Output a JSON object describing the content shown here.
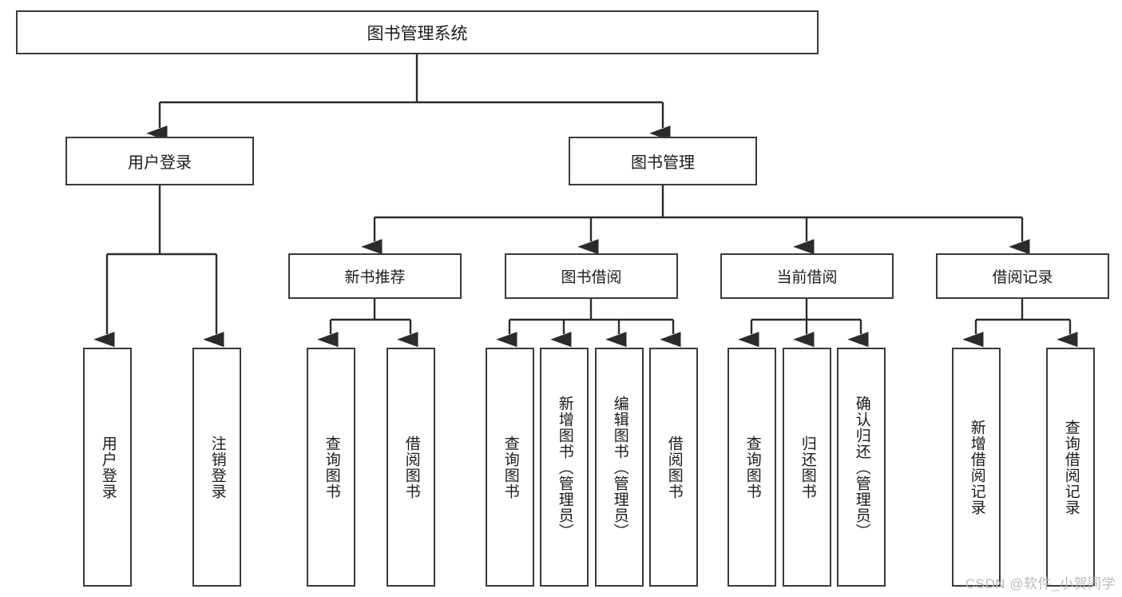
{
  "diagram": {
    "title_text": "图书管理系统",
    "type": "tree-hierarchy-diagram",
    "colors": {
      "box_border": "#3a3a3a",
      "box_fill": "#ffffff",
      "connector": "#2b2b2b",
      "text": "#1b1b1b",
      "watermark": "#b9b9b9",
      "background": "#ffffff"
    },
    "root": {
      "label": "图书管理系统"
    },
    "level2": [
      {
        "label": "用户登录"
      },
      {
        "label": "图书管理"
      }
    ],
    "level3": [
      {
        "label": "新书推荐"
      },
      {
        "label": "图书借阅"
      },
      {
        "label": "当前借阅"
      },
      {
        "label": "借阅记录"
      }
    ],
    "leaves": {
      "user_login": [
        {
          "label": "用户登录"
        },
        {
          "label": "注销登录"
        }
      ],
      "new_book_recommend": [
        {
          "label": "查询图书"
        },
        {
          "label": "借阅图书"
        }
      ],
      "book_borrow": [
        {
          "label": "查询图书"
        },
        {
          "label": "新增图书（管理员）"
        },
        {
          "label": "编辑图书（管理员）"
        },
        {
          "label": "借阅图书"
        }
      ],
      "current_borrow": [
        {
          "label": "查询图书"
        },
        {
          "label": "归还图书"
        },
        {
          "label": "确认归还（管理员）"
        }
      ],
      "borrow_record": [
        {
          "label": "新增借阅记录"
        },
        {
          "label": "查询借阅记录"
        }
      ]
    }
  },
  "watermark": {
    "text": "CSDN @软件_小贺同学"
  }
}
